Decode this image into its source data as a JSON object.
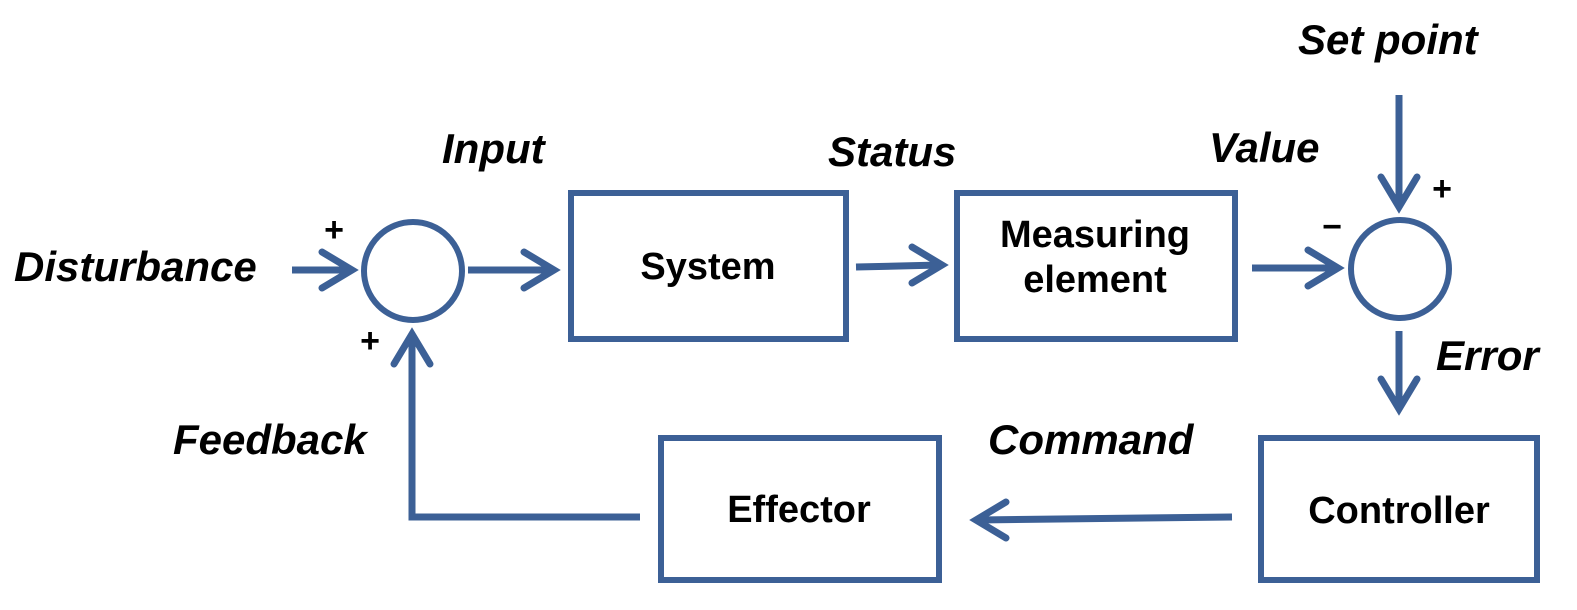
{
  "colors": {
    "stroke": "#3c6096",
    "text": "#000000",
    "background": "#ffffff"
  },
  "blocks": {
    "system": "System",
    "measuring_line1": "Measuring",
    "measuring_line2": "element",
    "controller": "Controller",
    "effector": "Effector"
  },
  "signals": {
    "disturbance": "Disturbance",
    "input": "Input",
    "status": "Status",
    "value": "Value",
    "set_point": "Set point",
    "error": "Error",
    "command": "Command",
    "feedback": "Feedback"
  },
  "signs": {
    "left_top": "+",
    "left_bottom": "+",
    "right_top": "+",
    "right_left": "−"
  }
}
